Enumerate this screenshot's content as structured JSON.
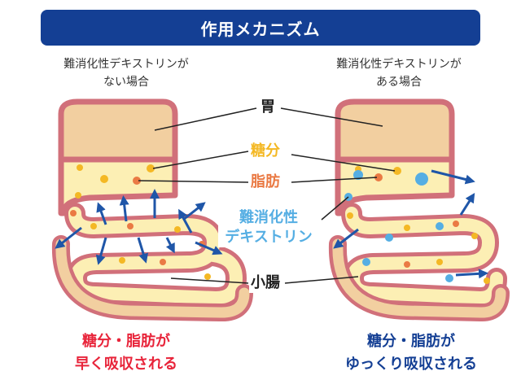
{
  "title": "作用メカニズム",
  "left": {
    "caption_line1": "難消化性デキストリンが",
    "caption_line2": "ない場合",
    "result_line1": "糖分・脂肪が",
    "result_line2": "早く吸収される"
  },
  "right": {
    "caption_line1": "難消化性デキストリンが",
    "caption_line2": "ある場合",
    "result_line1": "糖分・脂肪が",
    "result_line2": "ゆっくり吸収される"
  },
  "labels": {
    "stomach": "胃",
    "sugar": "糖分",
    "fat": "脂肪",
    "dextrin_line1": "難消化性",
    "dextrin_line2": "デキストリン",
    "small_intestine": "小腸"
  },
  "colors": {
    "banner": "#143f94",
    "stomach_top": "#f2cfa0",
    "content": "#fcefb4",
    "wall": "#d1707a",
    "sugar": "#f4b824",
    "fat": "#ea7a44",
    "dextrin": "#55aee3",
    "arrow": "#1f56a8",
    "left_result": "#e8243a",
    "right_result": "#143f94"
  }
}
